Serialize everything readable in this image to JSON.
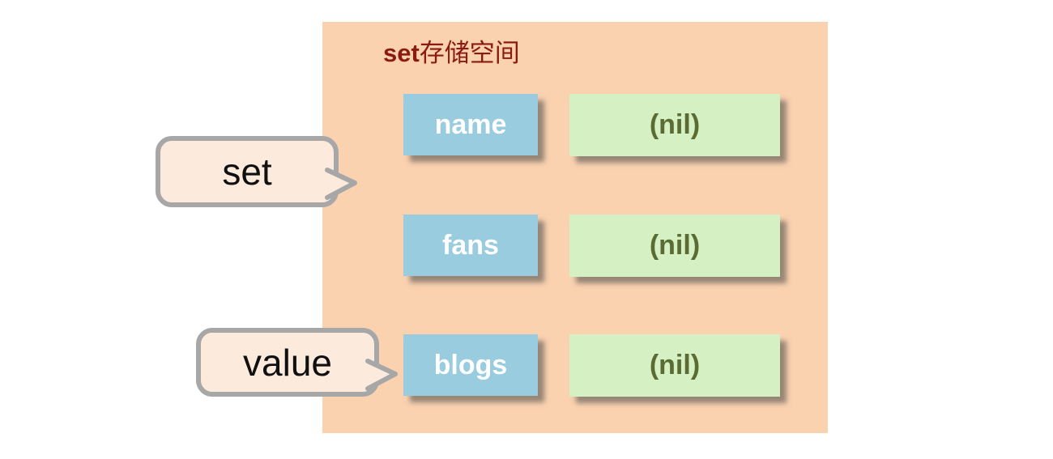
{
  "diagram": {
    "title": {
      "prefix": "set",
      "suffix": "存储空间"
    },
    "rows": [
      {
        "key": "name",
        "value": "(nil)"
      },
      {
        "key": "fans",
        "value": "(nil)"
      },
      {
        "key": "blogs",
        "value": "(nil)"
      }
    ],
    "callouts": {
      "command_label": "set",
      "value_label": "value"
    }
  },
  "colors": {
    "panel_bg": "#FAD2B0",
    "key_bg": "#98CCDE",
    "value_bg": "#D5F0C2",
    "nil_color": "#5A6B33",
    "title_color": "#8B1A14",
    "bubble_fill": "#FCEBDC",
    "bubble_border": "#A7A7A7",
    "shadow": "rgba(70,70,70,0.55)"
  }
}
